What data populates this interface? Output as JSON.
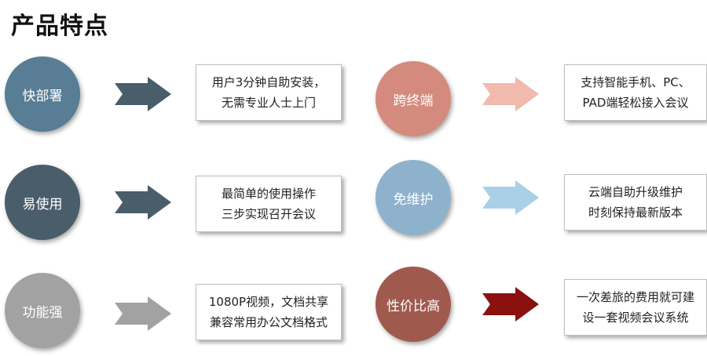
{
  "title": "产品特点",
  "colors": {
    "deploy": "#587d95",
    "easy": "#4a5d6b",
    "power": "#a2a2a2",
    "cross": "#d48a7c",
    "maint": "#8eb2cb",
    "value": "#a05a4d",
    "arrow_cross": "#f2b9ad",
    "arrow_maint": "#a9d0e6",
    "arrow_value": "#8b1010"
  },
  "features": [
    {
      "label": "快部署",
      "icon": "arrow-right-icon",
      "lines": [
        "用户3分钟自助安装，",
        "无需专业人士上门"
      ]
    },
    {
      "label": "跨终端",
      "icon": "arrow-right-icon",
      "lines": [
        "支持智能手机、PC、",
        "PAD端轻松接入会议"
      ]
    },
    {
      "label": "易使用",
      "icon": "arrow-right-icon",
      "lines": [
        "最简单的使用操作",
        "三步实现召开会议"
      ]
    },
    {
      "label": "免维护",
      "icon": "arrow-right-icon",
      "lines": [
        "云端自助升级维护",
        "时刻保持最新版本"
      ]
    },
    {
      "label": "功能强",
      "icon": "arrow-right-icon",
      "lines": [
        "1080P视频，文档共享",
        "兼容常用办公文档格式"
      ]
    },
    {
      "label": "性价比高",
      "icon": "arrow-right-icon",
      "lines": [
        "一次差旅的费用就可建",
        "设一套视频会议系统"
      ]
    }
  ]
}
